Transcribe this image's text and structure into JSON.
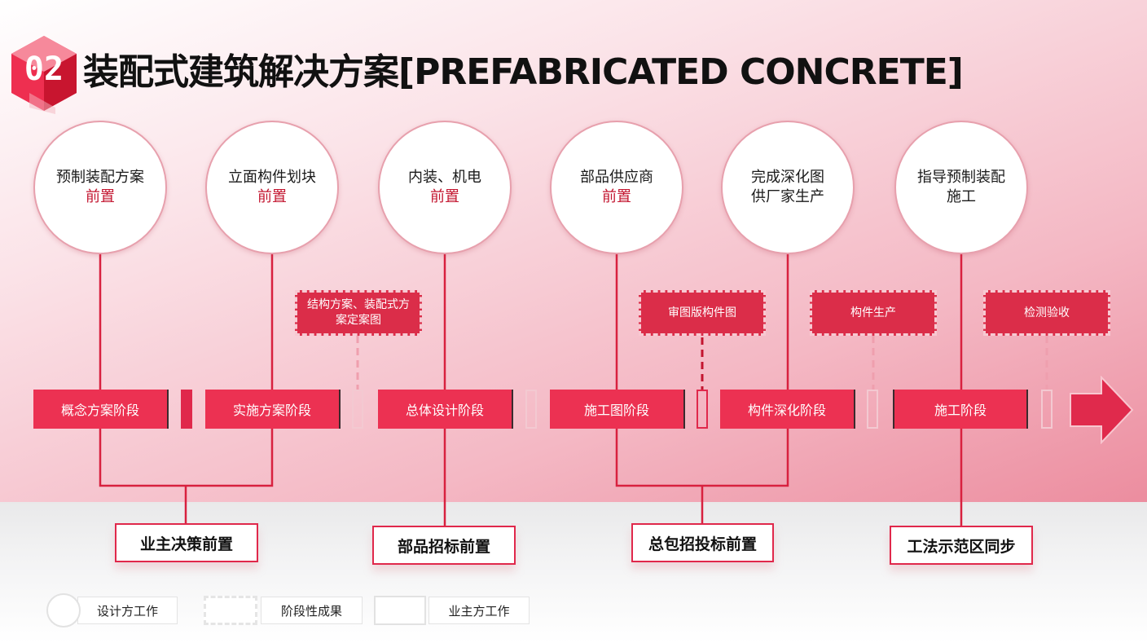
{
  "header": {
    "badge_number": "02",
    "title": "装配式建筑解决方案[PREFABRICATED CONCRETE]"
  },
  "circles": [
    {
      "text": "预制装配方案",
      "highlight": "前置"
    },
    {
      "text": "立面构件划块",
      "highlight": "前置"
    },
    {
      "text": "内装、机电",
      "highlight": "前置"
    },
    {
      "text": "部品供应商",
      "highlight": "前置"
    },
    {
      "text": "完成深化图供厂家生产",
      "highlight": ""
    },
    {
      "text": "指导预制装配施工",
      "highlight": ""
    }
  ],
  "results": [
    {
      "text": "结构方案、装配式方案定案图"
    },
    {
      "text": "审图版构件图"
    },
    {
      "text": "构件生产"
    },
    {
      "text": "检测验收"
    }
  ],
  "stages": [
    {
      "label": "概念方案阶段"
    },
    {
      "label": "实施方案阶段"
    },
    {
      "label": "总体设计阶段"
    },
    {
      "label": "施工图阶段"
    },
    {
      "label": "构件深化阶段"
    },
    {
      "label": "施工阶段"
    }
  ],
  "milestones": [
    {
      "label": "业主决策前置"
    },
    {
      "label": "部品招标前置"
    },
    {
      "label": "总包招投标前置"
    },
    {
      "label": "工法示范区同步"
    }
  ],
  "legend": {
    "designer": "设计方工作",
    "stage_result": "阶段性成果",
    "owner": "业主方工作"
  },
  "colors": {
    "accent": "#ec3152",
    "dark_red": "#c3152f",
    "line": "#d8213f"
  }
}
